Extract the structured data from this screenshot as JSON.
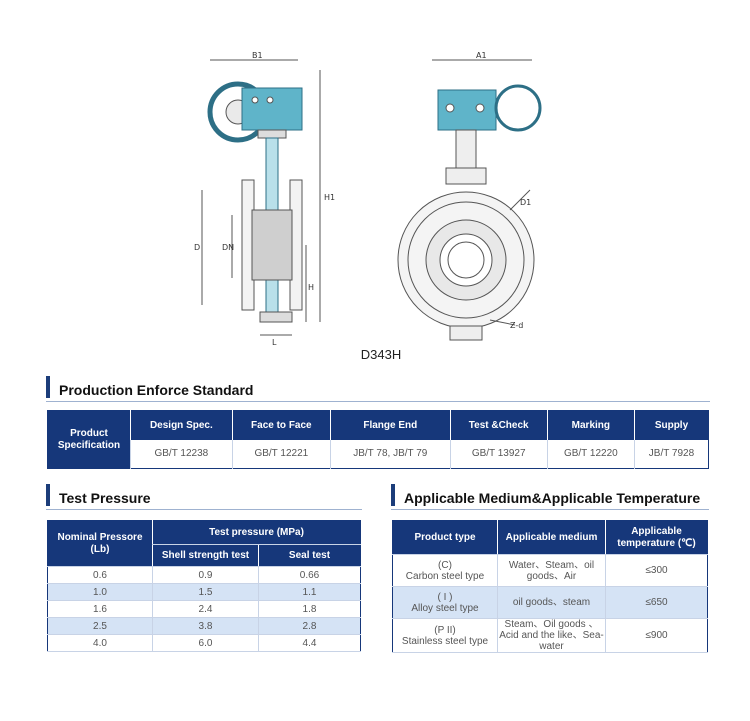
{
  "drawing": {
    "model": "D343H",
    "dims": {
      "b1": "B1",
      "a1": "A1",
      "h1": "H1",
      "d": "D",
      "dn": "DN",
      "h": "H",
      "l": "L",
      "d1": "D1",
      "zd": "Z-d"
    }
  },
  "production": {
    "title": "Production Enforce Standard",
    "row_header": "Product Specification",
    "columns": [
      "Design Spec.",
      "Face to Face",
      "Flange End",
      "Test &Check",
      "Marking",
      "Supply"
    ],
    "values": [
      "GB/T 12238",
      "GB/T 12221",
      "JB/T 78, JB/T 79",
      "GB/T 13927",
      "GB/T 12220",
      "JB/T 7928"
    ]
  },
  "pressure": {
    "title": "Test Pressure",
    "col1": "Nominal Pressore (Lb)",
    "group": "Test pressure (MPa)",
    "sub1": "Shell strength test",
    "sub2": "Seal test",
    "rows": [
      [
        "0.6",
        "0.9",
        "0.66"
      ],
      [
        "1.0",
        "1.5",
        "1.1"
      ],
      [
        "1.6",
        "2.4",
        "1.8"
      ],
      [
        "2.5",
        "3.8",
        "2.8"
      ],
      [
        "4.0",
        "6.0",
        "4.4"
      ]
    ]
  },
  "medium": {
    "title": "Applicable Medium&Applicable Temperature",
    "columns": [
      "Product type",
      "Applicable medium",
      "Applicable temperature (℃)"
    ],
    "rows": [
      {
        "code": "(C)",
        "type": "Carbon steel type",
        "medium": "Water、Steam、oil goods、Air",
        "temp": "≤300"
      },
      {
        "code": "( I )",
        "type": "Alloy steel type",
        "medium": "oil goods、steam",
        "temp": "≤650"
      },
      {
        "code": "(P II)",
        "type": "Stainless steel type",
        "medium": "Steam、Oil goods 、Acid and the like、Sea-water",
        "temp": "≤900"
      }
    ]
  },
  "colors": {
    "navy": "#16377a",
    "band": "#d5e3f5",
    "valve": "#5fb4c9"
  }
}
